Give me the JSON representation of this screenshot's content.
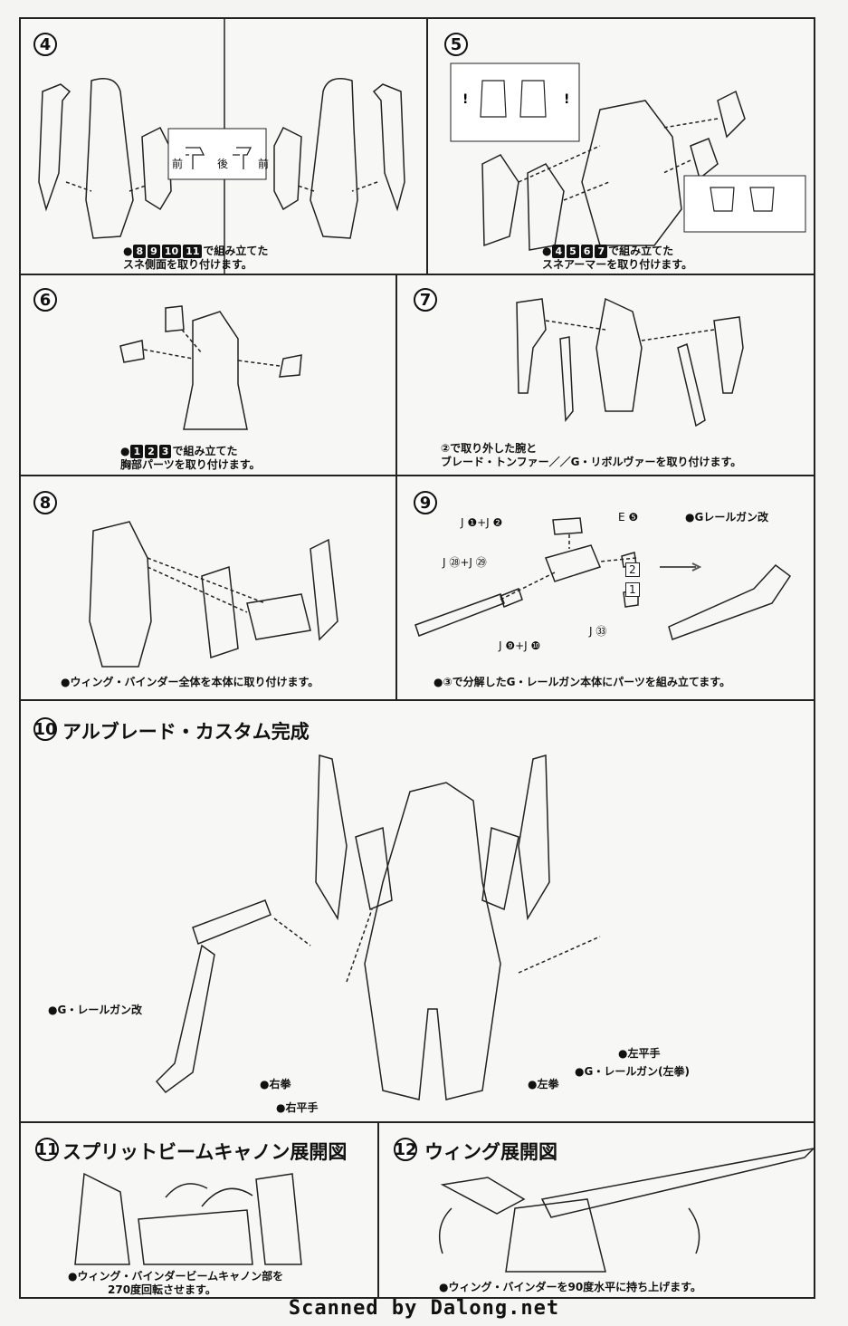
{
  "steps": {
    "s4": {
      "num": "4",
      "front": "前",
      "back": "後",
      "front2": "前",
      "caption_line1": "で組み立てた",
      "caption_line2": "スネ側面を取り付けます。",
      "parts": [
        "8",
        "9",
        "10",
        "11"
      ]
    },
    "s5": {
      "num": "5",
      "caption_line1": "で組み立てた",
      "caption_line2": "スネアーマーを取り付けます。",
      "parts": [
        "4",
        "5",
        "6",
        "7"
      ]
    },
    "s6": {
      "num": "6",
      "caption_line1": "で組み立てた",
      "caption_line2": "胸部パーツを取り付けます。",
      "parts": [
        "1",
        "2",
        "3"
      ]
    },
    "s7": {
      "num": "7",
      "caption_line1": "②で取り外した腕と",
      "caption_line2": "ブレード・トンファー／／G・リボルヴァーを取り付けます。"
    },
    "s8": {
      "num": "8",
      "caption": "ウィング・バインダー全体を本体に取り付けます。"
    },
    "s9": {
      "num": "9",
      "label_j12": "J ❶+J ❷",
      "label_e5": "E ❺",
      "label_rail": "●Gレールガン改",
      "label_j2829": "J ㉘+J ㉙",
      "label_j910": "J ❾+J ❿",
      "label_j33": "J ㉝",
      "step_1": "1",
      "step_2": "2",
      "caption": "●③で分解したG・レールガン本体にパーツを組み立てます。"
    },
    "s10": {
      "num": "10",
      "title": "アルブレード・カスタム完成",
      "labels": {
        "railgun_kai": "●G・レールガン改",
        "right_fist": "●右拳",
        "right_flat": "●右平手",
        "left_fist": "●左拳",
        "left_flat": "●左平手",
        "railgun_left": "●G・レールガン(左拳)"
      }
    },
    "s11": {
      "num": "11",
      "title": "スプリットビームキャノン展開図",
      "caption_line1": "●ウィング・バインダービームキャノン部を",
      "caption_line2": "270度回転させます。"
    },
    "s12": {
      "num": "12",
      "title": "ウィング展開図",
      "caption": "●ウィング・バインダーを90度水平に持ち上げます。"
    }
  },
  "footer": "Scanned by Dalong.net"
}
